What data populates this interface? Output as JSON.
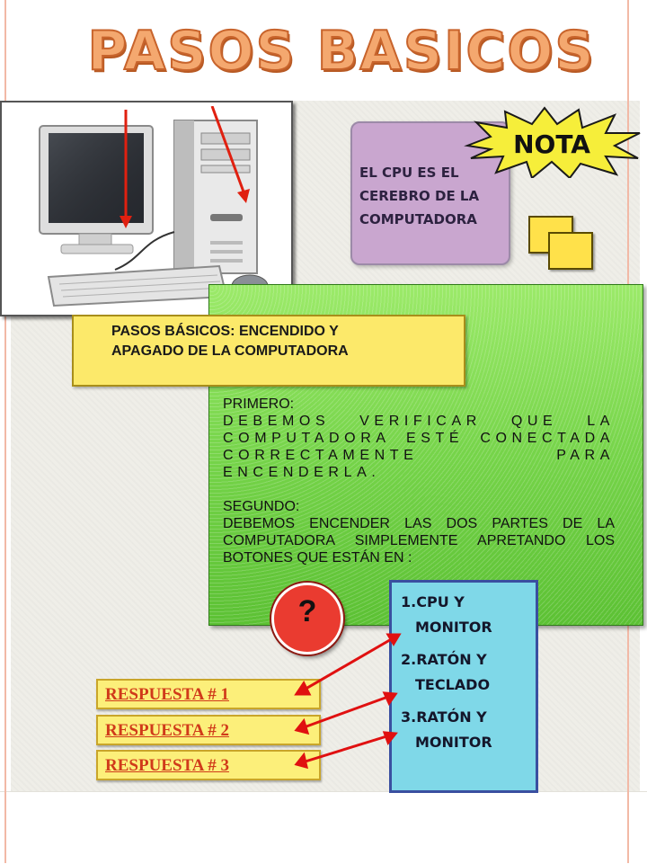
{
  "title": "PASOS BASICOS",
  "note": {
    "badge": "NOTA",
    "lines": [
      "EL CPU ES EL",
      "CEREBRO DE LA",
      "COMPUTADORA"
    ]
  },
  "heading": {
    "line1": "PASOS BÁSICOS:   ENCENDIDO Y",
    "line2": "APAGADO DE LA COMPUTADORA"
  },
  "steps": {
    "first_label": "PRIMERO:",
    "first_text": "DEBEMOS VERIFICAR QUE LA COMPUTADORA ESTÉ CONECTADA CORRECTAMENTE PARA ENCENDERLA.",
    "second_label": "SEGUNDO:",
    "second_text": "DEBEMOS ENCENDER LAS DOS PARTES DE LA COMPUTADORA SIMPLEMENTE APRETANDO LOS BOTONES QUE ESTÁN EN :"
  },
  "question_mark": "?",
  "options": [
    {
      "num": "1.",
      "line1": "CPU Y",
      "line2": "MONITOR"
    },
    {
      "num": "2.",
      "line1": "RATÓN Y",
      "line2": "TECLADO"
    },
    {
      "num": "3.",
      "line1": "RATÓN Y",
      "line2": "MONITOR"
    }
  ],
  "answers": [
    "RESPUESTA # 1",
    "RESPUESTA # 2",
    "RESPUESTA # 3"
  ],
  "colors": {
    "title": "#f4a86f",
    "note_box": "#c9a6cf",
    "green_box": "#76d44a",
    "yellow_box": "#fce96a",
    "options_panel": "#7fd8e8",
    "answer_text": "#d03a1a",
    "arrow": "#e01010"
  },
  "icons": [
    "computer-photo",
    "nota-burst-icon",
    "folder-icon",
    "question-icon",
    "arrow-icon"
  ]
}
